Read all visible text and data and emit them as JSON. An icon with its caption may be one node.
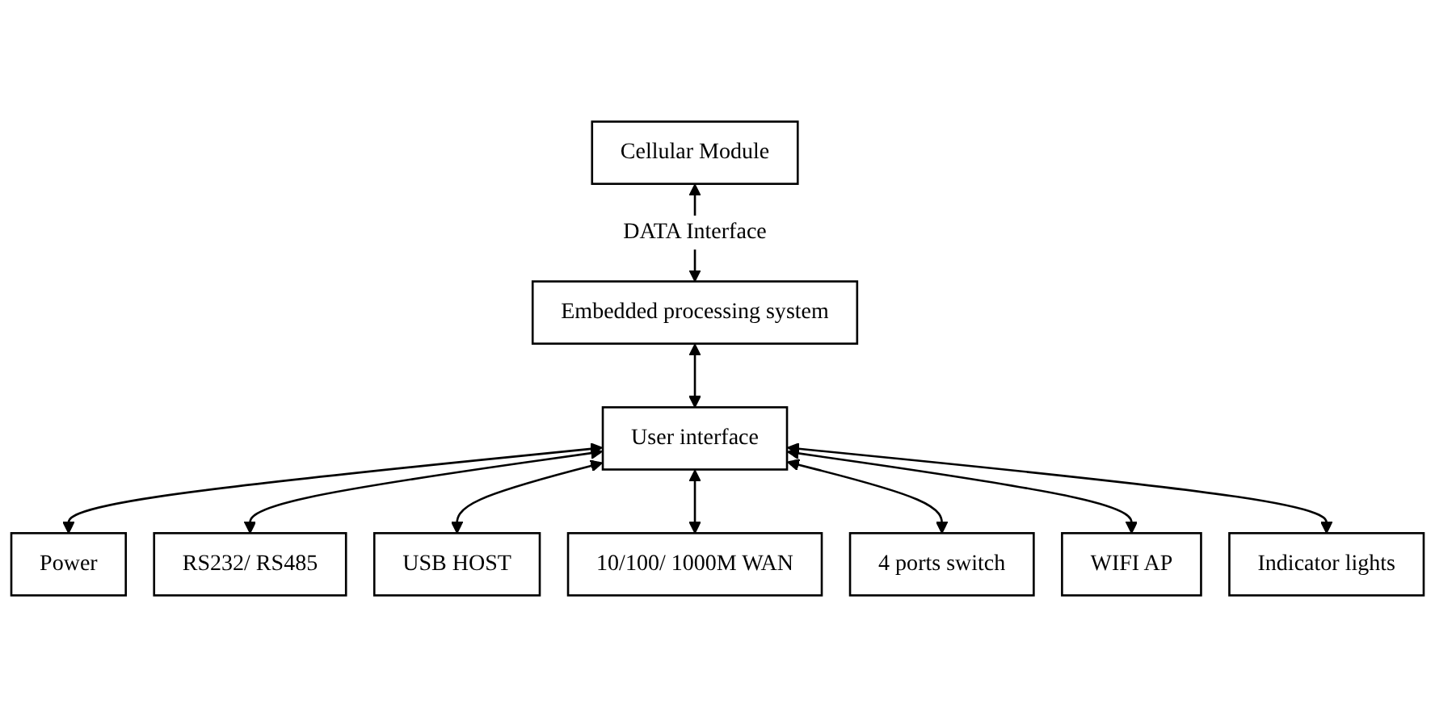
{
  "diagram": {
    "nodes": [
      {
        "text": [
          "Cellular Module"
        ]
      },
      {
        "text": [
          "Embedded processing system"
        ]
      },
      {
        "text": [
          "User interface"
        ]
      },
      {
        "text": [
          "Power"
        ]
      },
      {
        "text": [
          "RS232/ RS485"
        ]
      },
      {
        "text": [
          "USB HOST"
        ]
      },
      {
        "text": [
          "10/100/ 1000M WAN"
        ]
      },
      {
        "text": [
          "4 ports switch"
        ]
      },
      {
        "text": [
          "WIFI AP"
        ]
      },
      {
        "text": [
          "Indicator lights"
        ]
      }
    ],
    "edges": [
      {
        "from": 0,
        "to": 1,
        "arrow": "both",
        "label": "DATA Interface"
      },
      {
        "from": 1,
        "to": 2,
        "arrow": "both"
      },
      {
        "from": 2,
        "to": 3,
        "arrow": "both"
      },
      {
        "from": 2,
        "to": 4,
        "arrow": "both"
      },
      {
        "from": 2,
        "to": 5,
        "arrow": "both"
      },
      {
        "from": 2,
        "to": 6,
        "arrow": "both"
      },
      {
        "from": 2,
        "to": 7,
        "arrow": "both"
      },
      {
        "from": 2,
        "to": 8,
        "arrow": "both"
      },
      {
        "from": 2,
        "to": 9,
        "arrow": "both"
      }
    ]
  }
}
